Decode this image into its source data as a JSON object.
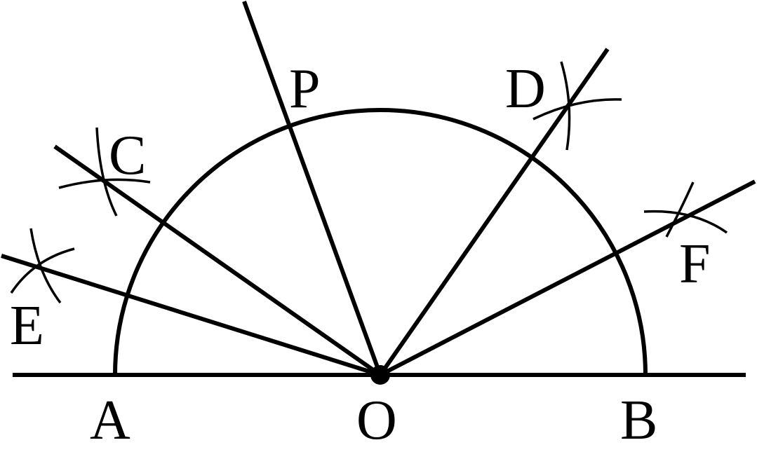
{
  "labels": {
    "A": "A",
    "B": "B",
    "O": "O",
    "P": "P",
    "C": "C",
    "D": "D",
    "E": "E",
    "F": "F"
  },
  "colors": {
    "ink": "#000000",
    "background": "#ffffff"
  }
}
